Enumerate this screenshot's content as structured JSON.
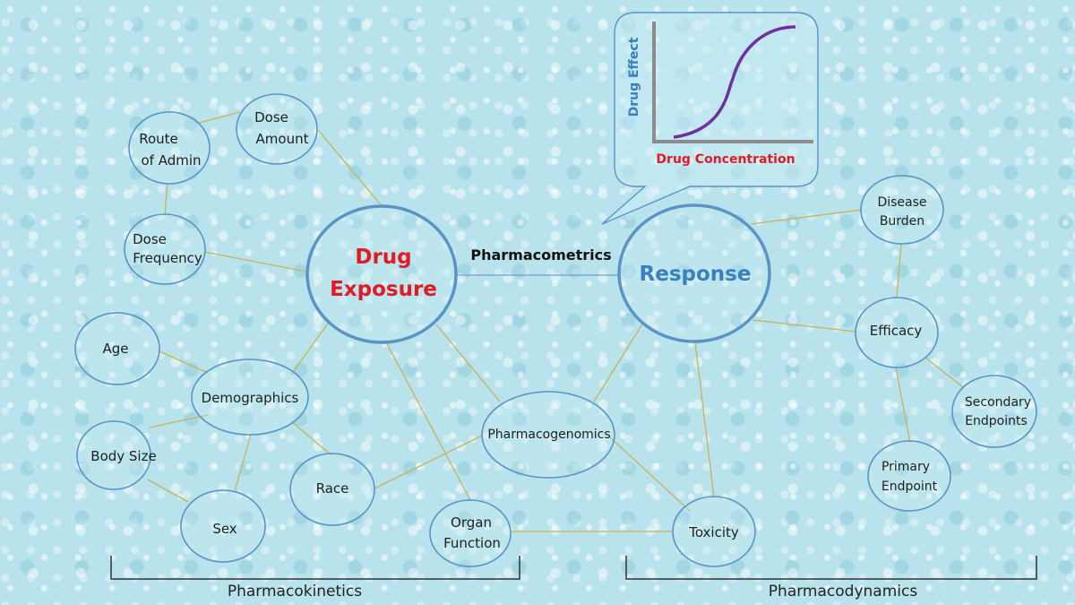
{
  "diagram": {
    "hub_drug_exposure": [
      "Drug",
      "Exposure"
    ],
    "hub_response": "Response",
    "center_link_label": "Pharmacometrics",
    "nodes": {
      "dose_amount": [
        "Dose",
        "Amount"
      ],
      "route_of_admin": [
        "Route",
        "of Admin"
      ],
      "dose_frequency": [
        "Dose",
        "Frequency"
      ],
      "age": "Age",
      "demographics": "Demographics",
      "body_size": "Body Size",
      "sex": "Sex",
      "race": "Race",
      "organ_function": [
        "Organ",
        "Function"
      ],
      "pharmacogenomics": "Pharmacogenomics",
      "toxicity": "Toxicity",
      "disease_burden": [
        "Disease",
        "Burden"
      ],
      "efficacy": "Efficacy",
      "secondary_endpoints": [
        "Secondary",
        "Endpoints"
      ],
      "primary_endpoint": [
        "Primary",
        "Endpoint"
      ]
    },
    "brackets": {
      "left": "Pharmacokinetics",
      "right": "Pharmacodynamics"
    },
    "callout_chart": {
      "y_axis_label": "Drug Effect",
      "x_axis_label": "Drug Concentration",
      "curve_type": "sigmoid"
    },
    "colors": {
      "node_stroke": "#5a93c6",
      "link": "#c8b25a",
      "exposure_text": "#e01b24",
      "response_text": "#3c7fbf",
      "curve": "#7030a0"
    }
  }
}
